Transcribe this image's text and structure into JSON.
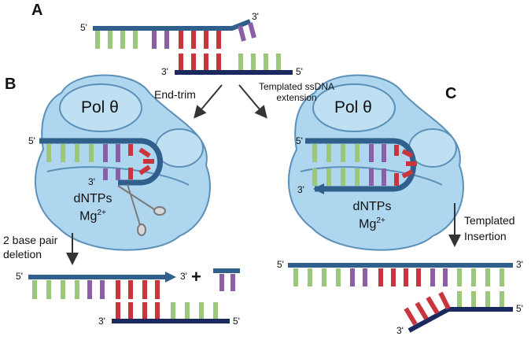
{
  "panels": {
    "a": "A",
    "b": "B",
    "c": "C"
  },
  "ends": {
    "five_prime": "5'",
    "three_prime": "3'"
  },
  "enzyme": "Pol θ",
  "cofactors": {
    "dntps": "dNTPs",
    "mg": "Mg",
    "mg_charge": "2+"
  },
  "steps": {
    "end_trim": "End-trim",
    "ext_line1": "Templated ssDNA",
    "ext_line2": "extension",
    "deletion_line1": "2 base pair",
    "deletion_line2": "deletion",
    "insertion_line1": "Templated",
    "insertion_line2": "Insertion"
  },
  "plus": "+",
  "colors": {
    "strand_top": "#2f5f8a",
    "strand_bottom": "#1b2a5e",
    "base_green": "#9cc77b",
    "base_purple": "#8b5ea8",
    "base_red": "#c9343d",
    "protein_fill": "#aed6ee",
    "protein_stroke": "#5b90b8",
    "scissors": "#8a8a8a"
  }
}
